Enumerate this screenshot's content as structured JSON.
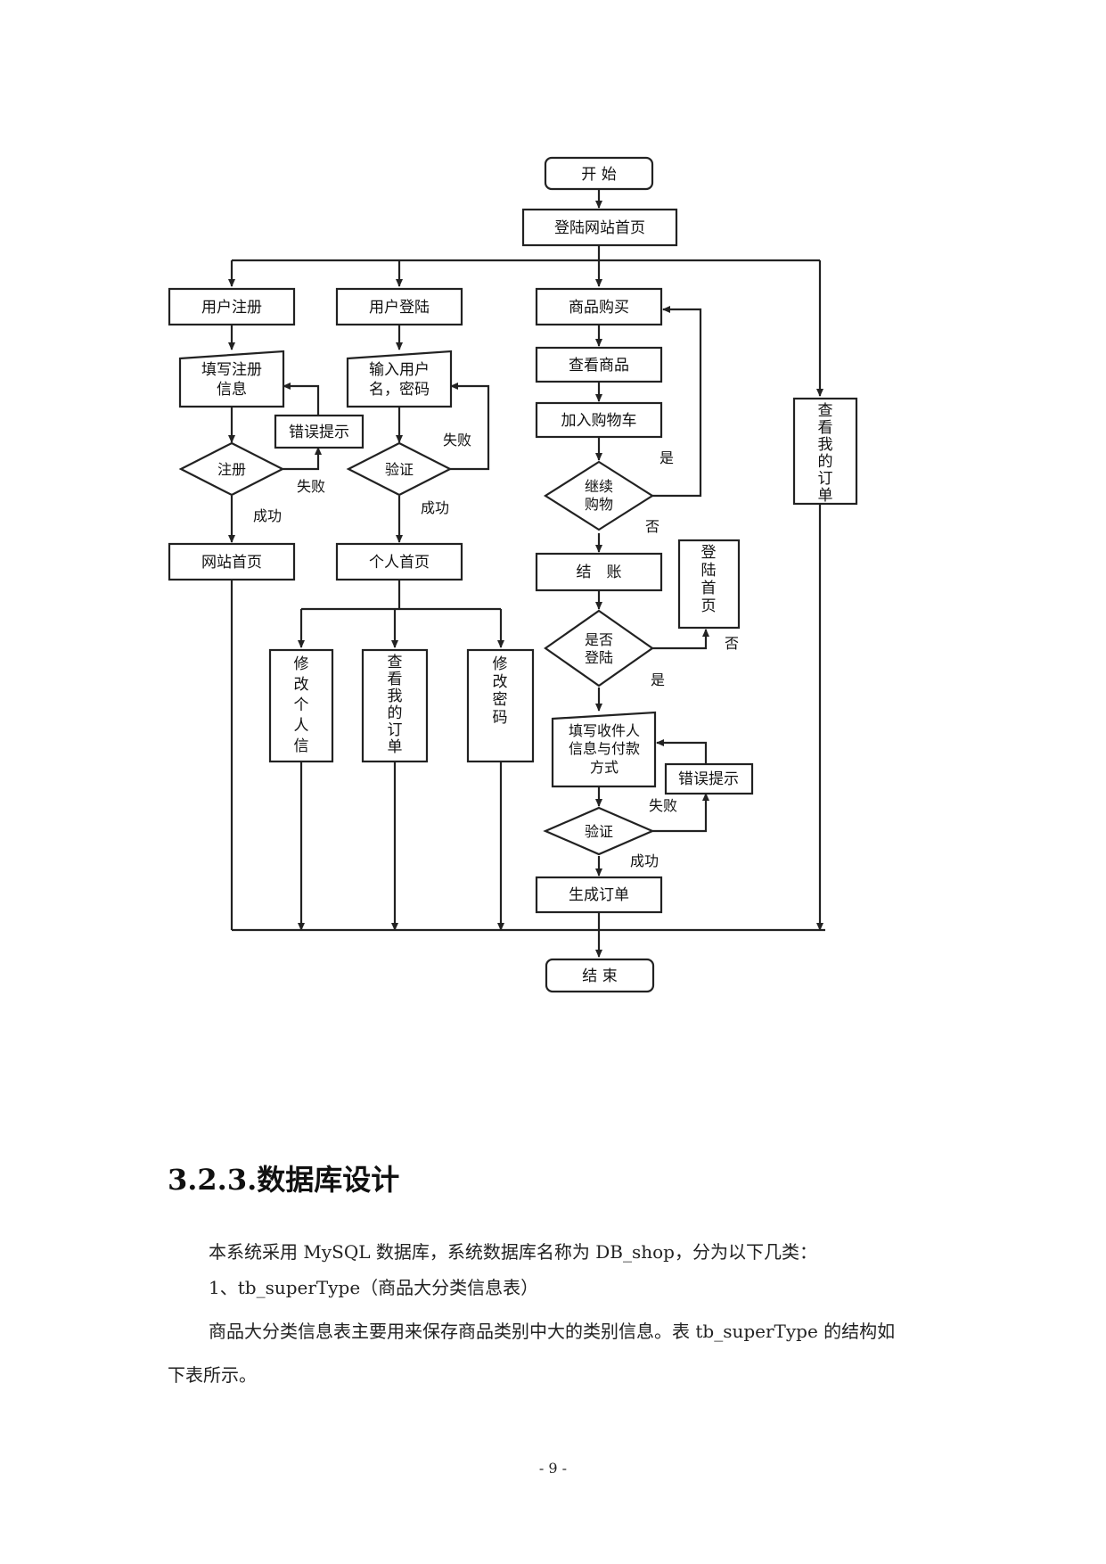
{
  "flowchart": {
    "start": "开 始",
    "home": "登陆网站首页",
    "register": "用户注册",
    "fill_register": [
      "填写注册",
      "信息"
    ],
    "error_hint_1": "错误提示",
    "register_check": "注册",
    "fail_1": "失败",
    "success_1": "成功",
    "site_home": "网站首页",
    "login": "用户登陆",
    "input_credentials": [
      "输入用户",
      "名，密码"
    ],
    "verify_1": "验证",
    "fail_2": "失败",
    "success_2": "成功",
    "personal_home": "个人首页",
    "edit_info": [
      "修",
      "改",
      "个",
      "人",
      "信"
    ],
    "view_orders_small": [
      "查",
      "看",
      "我",
      "的",
      "订",
      "单"
    ],
    "change_password": [
      "修",
      "改",
      "密",
      "码"
    ],
    "purchase": "商品购买",
    "view_goods": "查看商品",
    "add_cart": "加入购物车",
    "continue_shopping": [
      "继续",
      "购物"
    ],
    "yes_1": "是",
    "no_1": "否",
    "checkout": "结　账",
    "is_logged": [
      "是否",
      "登陆"
    ],
    "login_page": [
      "登",
      "陆",
      "首",
      "页"
    ],
    "no_2": "否",
    "yes_2": "是",
    "fill_receiver": [
      "填写收件人",
      "信息与付款",
      "方式"
    ],
    "error_hint_2": "错误提示",
    "verify_2": "验证",
    "fail_3": "失败",
    "success_3": "成功",
    "generate_order": "生成订单",
    "view_orders_right": [
      "查",
      "看",
      "我",
      "的",
      "订",
      "单"
    ],
    "end": "结 束"
  },
  "section": {
    "heading": "3.2.3.数据库设计",
    "p1": "本系统采用 MySQL 数据库，系统数据库名称为 DB_shop，分为以下几类：",
    "p2": "1、tb_superType（商品大分类信息表）",
    "p3": "商品大分类信息表主要用来保存商品类别中大的类别信息。表 tb_superType 的结构如",
    "p4": "下表所示。"
  },
  "footer": {
    "page": "- 9 -"
  }
}
